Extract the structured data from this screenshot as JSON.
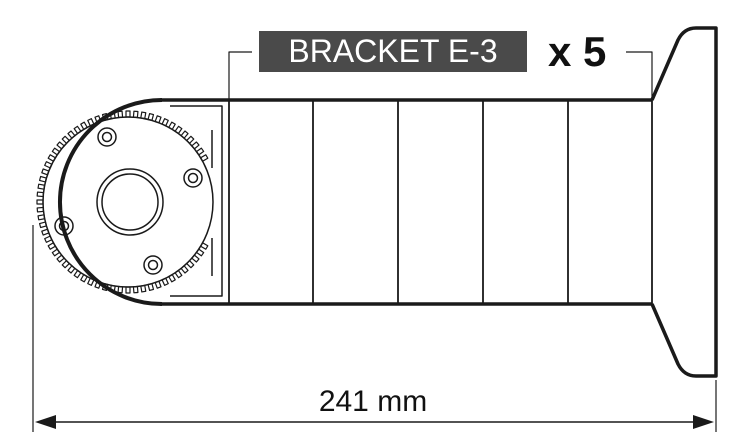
{
  "part_label": "BRACKET E-3",
  "quantity": "x 5",
  "dimension": "241 mm",
  "colors": {
    "label_bg": "#4a4a4a",
    "line": "#1a1a1a"
  }
}
